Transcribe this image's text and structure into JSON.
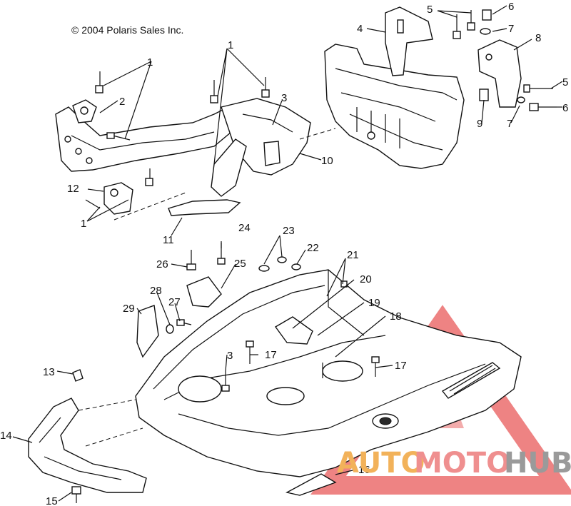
{
  "copyright": "© 2004 Polaris Sales Inc.",
  "watermark": {
    "part1": "AUTO",
    "part2": "MOTO",
    "part3": "HUB",
    "triangle_color": "#e85a5a",
    "auto_color": "#f2b25a",
    "moto_color": "#ef8f8f",
    "hub_color": "#9a9a9a"
  },
  "callouts": {
    "c1a": "1",
    "c1b": "1",
    "c1c": "1",
    "c2": "2",
    "c3a": "3",
    "c3b": "3",
    "c4": "4",
    "c5a": "5",
    "c5b": "5",
    "c6a": "6",
    "c6b": "6",
    "c7a": "7",
    "c7b": "7",
    "c8": "8",
    "c9": "9",
    "c10": "10",
    "c11": "11",
    "c12": "12",
    "c13": "13",
    "c14": "14",
    "c15": "15",
    "c16": "16",
    "c17a": "17",
    "c17b": "17",
    "c18": "18",
    "c19": "19",
    "c20": "20",
    "c21": "21",
    "c22": "22",
    "c23": "23",
    "c24": "24",
    "c25": "25",
    "c26": "26",
    "c27": "27",
    "c28": "28",
    "c29": "29"
  }
}
